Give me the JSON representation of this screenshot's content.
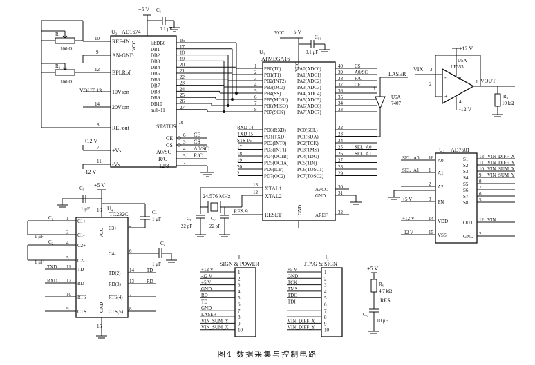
{
  "caption": "图4 数据采集与控制电路",
  "adc": {
    "ref": "U₂",
    "part": "AD1674",
    "vcc_pin": "VCC",
    "vplus": "+5 V",
    "c6": {
      "ref": "C₆",
      "val": "0.1 μF"
    },
    "left": [
      {
        "num": "10",
        "name": "REF-IN"
      },
      {
        "num": "9",
        "name": "AN-GND"
      },
      {
        "num": "12",
        "name": "BPLRof"
      },
      {
        "num": "VOUT 13",
        "name": "10Vspn"
      },
      {
        "num": "14",
        "name": "20Vspn"
      },
      {
        "num": "8",
        "name": "REFout"
      },
      {
        "num": "7",
        "name": "+Vs"
      },
      {
        "num": "11",
        "name": "-Vs"
      }
    ],
    "bits": [
      {
        "num": "16",
        "name": "lsbDB0"
      },
      {
        "num": "17",
        "name": "DB1"
      },
      {
        "num": "18",
        "name": "DB2"
      },
      {
        "num": "19",
        "name": "DB3"
      },
      {
        "num": "20",
        "name": "DB4"
      },
      {
        "num": "21",
        "name": "DB5"
      },
      {
        "num": "22",
        "name": "DB6"
      },
      {
        "num": "23",
        "name": "DB7"
      },
      {
        "num": "24",
        "name": "DB8"
      },
      {
        "num": "25",
        "name": "DB9"
      },
      {
        "num": "26",
        "name": "DB10"
      },
      {
        "num": "27",
        "name": "msb-11"
      }
    ],
    "status_num": "28",
    "status_name": "STATUS",
    "ctrl": [
      {
        "num": "6",
        "name": "CE",
        "net": "CE"
      },
      {
        "num": "3",
        "name": "CS",
        "net": "CS"
      },
      {
        "num": "4",
        "name": "A0/SC",
        "net": "A0/SC"
      },
      {
        "num": "5",
        "name": "R/C",
        "net": "R/C"
      },
      {
        "num": "2",
        "name": "12/8",
        "net": ""
      }
    ],
    "vpos": "+12 V",
    "vneg": "-12 V"
  },
  "pots": [
    {
      "ref": "R₁",
      "val": "100 Ω"
    },
    {
      "ref": "R₂",
      "val": "100 Ω"
    }
  ],
  "mcu": {
    "ref": "U₁",
    "part": "ATMEGA16",
    "vcc_pin": "VCC",
    "gnd_pin": "GND",
    "vplus": "+5 V",
    "vcc_label": "VCC",
    "c11": {
      "ref": "C₁₁",
      "val": "0.1 μF"
    },
    "left": [
      {
        "num": "1",
        "name": "PB0(T0)"
      },
      {
        "num": "2",
        "name": "PB1(T1)"
      },
      {
        "num": "3",
        "name": "PB2(INT2)"
      },
      {
        "num": "4",
        "name": "PB3(OC0)"
      },
      {
        "num": "5",
        "name": "PB4(SS)"
      },
      {
        "num": "6",
        "name": "PB5(MOSI)"
      },
      {
        "num": "7",
        "name": "PB6(MISO)"
      },
      {
        "num": "8",
        "name": "PB7(SCK)"
      },
      {
        "num": "RXD 14",
        "name": "PD0(RXD)"
      },
      {
        "num": "TXD 15",
        "name": "PD1(TXD)"
      },
      {
        "num": "STS 16",
        "name": "PD2(INT0)"
      },
      {
        "num": "17",
        "name": "PD3(INT1)"
      },
      {
        "num": "18",
        "name": "PD4(OC1B)"
      },
      {
        "num": "19",
        "name": "PD5(OC1A)"
      },
      {
        "num": "20",
        "name": "PD6(ICP)"
      },
      {
        "num": "21",
        "name": "PD7(OC2)"
      }
    ],
    "right": [
      {
        "num": "40",
        "name": "PA0(ADC0)",
        "net": "CS"
      },
      {
        "num": "39",
        "name": "PA1(ADC1)",
        "net": "A0/SC"
      },
      {
        "num": "38",
        "name": "PA2(ADC2)",
        "net": "R/C"
      },
      {
        "num": "37",
        "name": "PA3(ADC3)",
        "net": "CE"
      },
      {
        "num": "36",
        "name": "PA4(ADC4)",
        "net": ""
      },
      {
        "num": "35",
        "name": "PA5(ADC5)",
        "net": ""
      },
      {
        "num": "34",
        "name": "PA6(ADC6)",
        "net": ""
      },
      {
        "num": "33",
        "name": "PA7(ADC7)",
        "net": ""
      },
      {
        "num": "22",
        "name": "PC0(SCL)",
        "net": ""
      },
      {
        "num": "23",
        "name": "PC1(SDA)",
        "net": ""
      },
      {
        "num": "24",
        "name": "PC2(TCK)",
        "net": ""
      },
      {
        "num": "25",
        "name": "PC3(TMS)",
        "net": "SEL_A0"
      },
      {
        "num": "26",
        "name": "PC4(TDO)",
        "net": "SEL_A1"
      },
      {
        "num": "27",
        "name": "PC5(TDI)",
        "net": ""
      },
      {
        "num": "28",
        "name": "PC6(TOSC1)",
        "net": ""
      },
      {
        "num": "29",
        "name": "PC7(TOSC2)",
        "net": ""
      }
    ],
    "bottom": [
      {
        "num": "30",
        "name": "AVCC"
      },
      {
        "num": "31",
        "name": "GND"
      },
      {
        "num": "32",
        "name": "AREF"
      }
    ]
  },
  "crystal": {
    "pin1": "13",
    "pin2": "12",
    "name1": "XTAL1",
    "name2": "XTAL2",
    "freq": "24.576 MHz",
    "c6": {
      "ref": "C₆",
      "val": "22 pF"
    },
    "c7": {
      "ref": "C₇",
      "val": "22 pF"
    },
    "res": "RES 9",
    "reset": "RESET"
  },
  "laser": {
    "label": "LASER",
    "pin_in": "1",
    "ref": "U6A",
    "part": "7407"
  },
  "opamp": {
    "vin": "VIX",
    "vin_pin": "3",
    "minus_sign": "-",
    "plus_sign": "+",
    "fb_pin": "2",
    "vout": "VOUT",
    "vout_pin": "1",
    "vpos": "+12 V",
    "vneg": "-12 V",
    "ref": "U5A",
    "part": "LF353",
    "pin4": "4",
    "pin8": "8",
    "r4": {
      "ref": "R₄",
      "val": "10 kΩ"
    }
  },
  "mux": {
    "ref": "U₃",
    "part": "AD7501",
    "left": [
      {
        "num": "",
        "name": "A0",
        "net": "SEL_A0",
        "pin": "16"
      },
      {
        "num": "",
        "name": "A1",
        "net": "SEL_A1",
        "pin": "1"
      },
      {
        "num": "",
        "name": "A2",
        "net": "",
        "pin": "2"
      },
      {
        "num": "",
        "name": "EN",
        "net": "+5 V",
        "pin": "3"
      },
      {
        "num": "",
        "name": "VDD",
        "net": "+12 V",
        "pin": "14"
      },
      {
        "num": "",
        "name": "VSS",
        "net": "-12 V",
        "pin": "15"
      }
    ],
    "right": [
      {
        "name": "S1",
        "pin": "13",
        "net": "VIN_DIFF_X"
      },
      {
        "name": "S2",
        "pin": "11",
        "net": "VIN_DIFF_Y"
      },
      {
        "name": "S3",
        "pin": "10",
        "net": "VIN_SUM_X"
      },
      {
        "name": "S4",
        "pin": "9",
        "net": "VIN_SUM_Y"
      },
      {
        "name": "S5",
        "pin": "8",
        "net": ""
      },
      {
        "name": "S6",
        "pin": "7",
        "net": ""
      },
      {
        "name": "S7",
        "pin": "6",
        "net": ""
      },
      {
        "name": "S8",
        "pin": "5",
        "net": ""
      },
      {
        "name": "OUT",
        "pin": "12",
        "net": "VIN"
      },
      {
        "name": "GND",
        "pin": "2",
        "net": ""
      }
    ]
  },
  "uart": {
    "ref": "U₄",
    "part": "TC232C",
    "vcc": "VCC",
    "gnd": "GND",
    "vplus": "+5 V",
    "vcc_pin": "16",
    "gnd_pin": "15",
    "c5": {
      "ref": "C₅",
      "val": "1 μF"
    },
    "c7": {
      "ref": "C₇",
      "val": "1 μF"
    },
    "c4": {
      "ref": "C₄",
      "val": "1 μF"
    },
    "c1": {
      "ref": "C₁",
      "val": "1 μF"
    },
    "c2": {
      "ref": "C₂",
      "val": "1 μF"
    },
    "left": [
      {
        "num": "1",
        "name": "C1+",
        "net": ""
      },
      {
        "num": "3",
        "name": "C1-",
        "net": ""
      },
      {
        "num": "4",
        "name": "C2+",
        "net": ""
      },
      {
        "num": "5",
        "name": "C2-",
        "net": ""
      },
      {
        "num": "11",
        "name": "TD",
        "net": "TXD"
      },
      {
        "num": "12",
        "name": "RD",
        "net": "RXD"
      },
      {
        "num": "10",
        "name": "RTS",
        "net": ""
      },
      {
        "num": "9",
        "name": "CTS",
        "net": ""
      }
    ],
    "right": [
      {
        "num": "2",
        "name": "C3+",
        "net": ""
      },
      {
        "num": "6",
        "name": "C4-",
        "net": ""
      },
      {
        "num": "14",
        "name": "TD(2)",
        "net": "TD"
      },
      {
        "num": "13",
        "name": "RD(3)",
        "net": "RD"
      },
      {
        "num": "7",
        "name": "RTS(4)",
        "net": ""
      },
      {
        "num": "8",
        "name": "CTS(5)",
        "net": ""
      }
    ]
  },
  "j1": {
    "ref": "J₁",
    "title": "SIGN & POWER",
    "pins": [
      {
        "num": "1",
        "net": "+12 V"
      },
      {
        "num": "2",
        "net": "-12 V"
      },
      {
        "num": "3",
        "net": "+5 V"
      },
      {
        "num": "4",
        "net": "GND"
      },
      {
        "num": "5",
        "net": "RD"
      },
      {
        "num": "6",
        "net": "TD"
      },
      {
        "num": "7",
        "net": "GND"
      },
      {
        "num": "8",
        "net": "LASER"
      },
      {
        "num": "9",
        "net": "VIN_SUM_Y"
      },
      {
        "num": "10",
        "net": "VIN_SUM_X"
      }
    ]
  },
  "j2": {
    "ref": "J₂",
    "title": "JTAG & SIGN",
    "pins": [
      {
        "num": "1",
        "net": "+5 V"
      },
      {
        "num": "2",
        "net": "GND"
      },
      {
        "num": "3",
        "net": "TCK"
      },
      {
        "num": "4",
        "net": "TMS"
      },
      {
        "num": "5",
        "net": "TDO"
      },
      {
        "num": "6",
        "net": "TDI"
      },
      {
        "num": "7",
        "net": ""
      },
      {
        "num": "8",
        "net": ""
      },
      {
        "num": "9",
        "net": "VIN_DIFF_X"
      },
      {
        "num": "10",
        "net": "VIN_DIFF_Y"
      }
    ]
  },
  "resnet": {
    "vplus": "+5 V",
    "res": "RES",
    "r": {
      "ref": "R₆",
      "val": "4.7 kΩ"
    },
    "c": {
      "ref": "C₅",
      "val": "10 μF"
    }
  }
}
